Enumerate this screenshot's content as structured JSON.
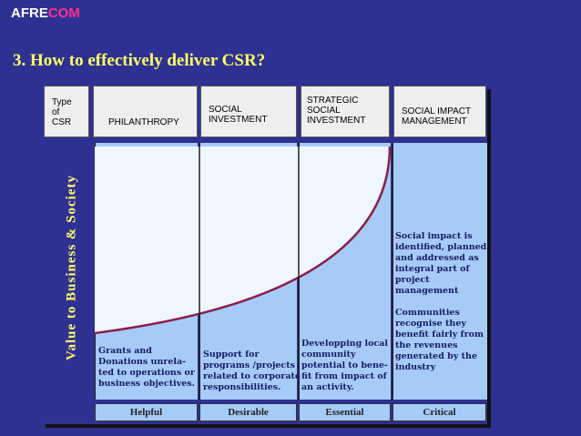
{
  "logo": {
    "part1": "AFRE",
    "part2": "COM"
  },
  "slide": {
    "title": "3.  How to effectively deliver  CSR?"
  },
  "table": {
    "type_header": "Type\n  of\nCSR",
    "columns": [
      {
        "header": "PHILANTHROPY",
        "description": "Grants and\n Donations unrela-\n ted to operations or\n business objectives.",
        "value_label": "Helpful"
      },
      {
        "header": "SOCIAL\nINVESTMENT",
        "description": "Support for\nprograms /projects\nrelated to corporate\n responsibilities.",
        "value_label": "Desirable"
      },
      {
        "header": "STRATEGIC\nSOCIAL\nINVESTMENT",
        "description": "Developping local\ncommunity\npotential to bene-\nfit from impact of\nan activity.",
        "value_label": "Essential"
      },
      {
        "header": "SOCIAL IMPACT\nMANAGEMENT",
        "description": " Social impact is\nidentified, planned\n and addressed as\nintegral part of\n project\n management\n\n Communities\n recognise they\nbenefit fairly from\n the revenues\n generated by the\n industry",
        "value_label": "Critical"
      }
    ],
    "axis_label": "Value to Business & Society"
  },
  "colors": {
    "background": "#2e3192",
    "title": "#ffff66",
    "cell": "#a6cbf6",
    "curve_fill": "#eef6ff",
    "curve_line": "#8b1e4a"
  }
}
